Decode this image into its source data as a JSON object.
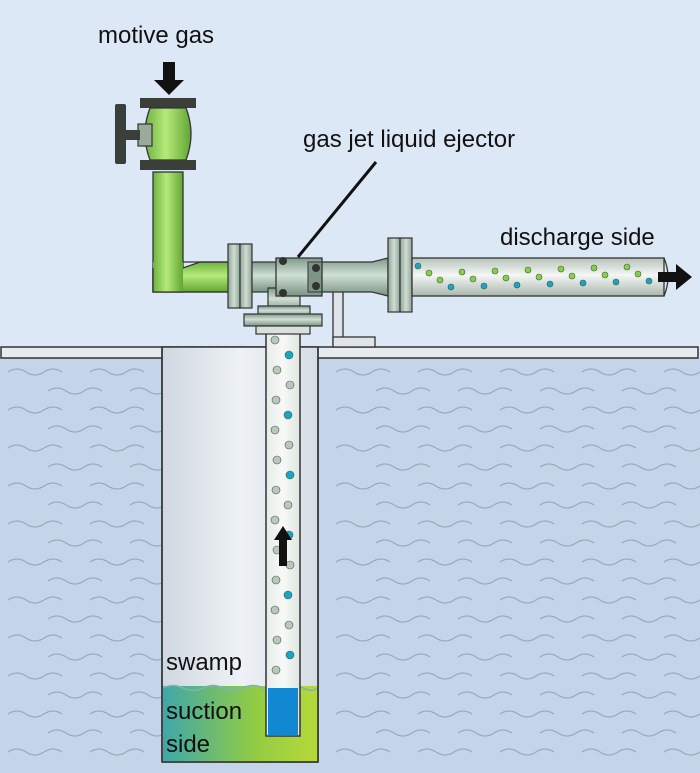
{
  "labels": {
    "motive_gas": "motive gas",
    "ejector": "gas jet liquid ejector",
    "discharge_side": "discharge side",
    "swamp": "swamp",
    "suction_side": [
      "suction",
      "side"
    ]
  },
  "colors": {
    "background": "#dde8f6",
    "ground": "#c4d5ea",
    "wave": "#99aabb",
    "shaft": "#e2e8ee",
    "gas_pipe": "#8fd35a",
    "ejector_body": "#9fb7a8",
    "discharge_pipe": "#e6ece6",
    "bubble_green": "#86d045",
    "bubble_blue": "#17a6c4",
    "bubble_gray": "#b9c8bb",
    "swamp_liquid": "#9ccf3c",
    "suction_water": "#1388d2",
    "arrow": "#111111"
  },
  "icons": {
    "motive_gas_arrow": "arrow-down-icon",
    "discharge_arrow": "arrow-right-icon",
    "suction_arrow": "arrow-up-icon",
    "valve": "valve-handwheel-icon"
  }
}
